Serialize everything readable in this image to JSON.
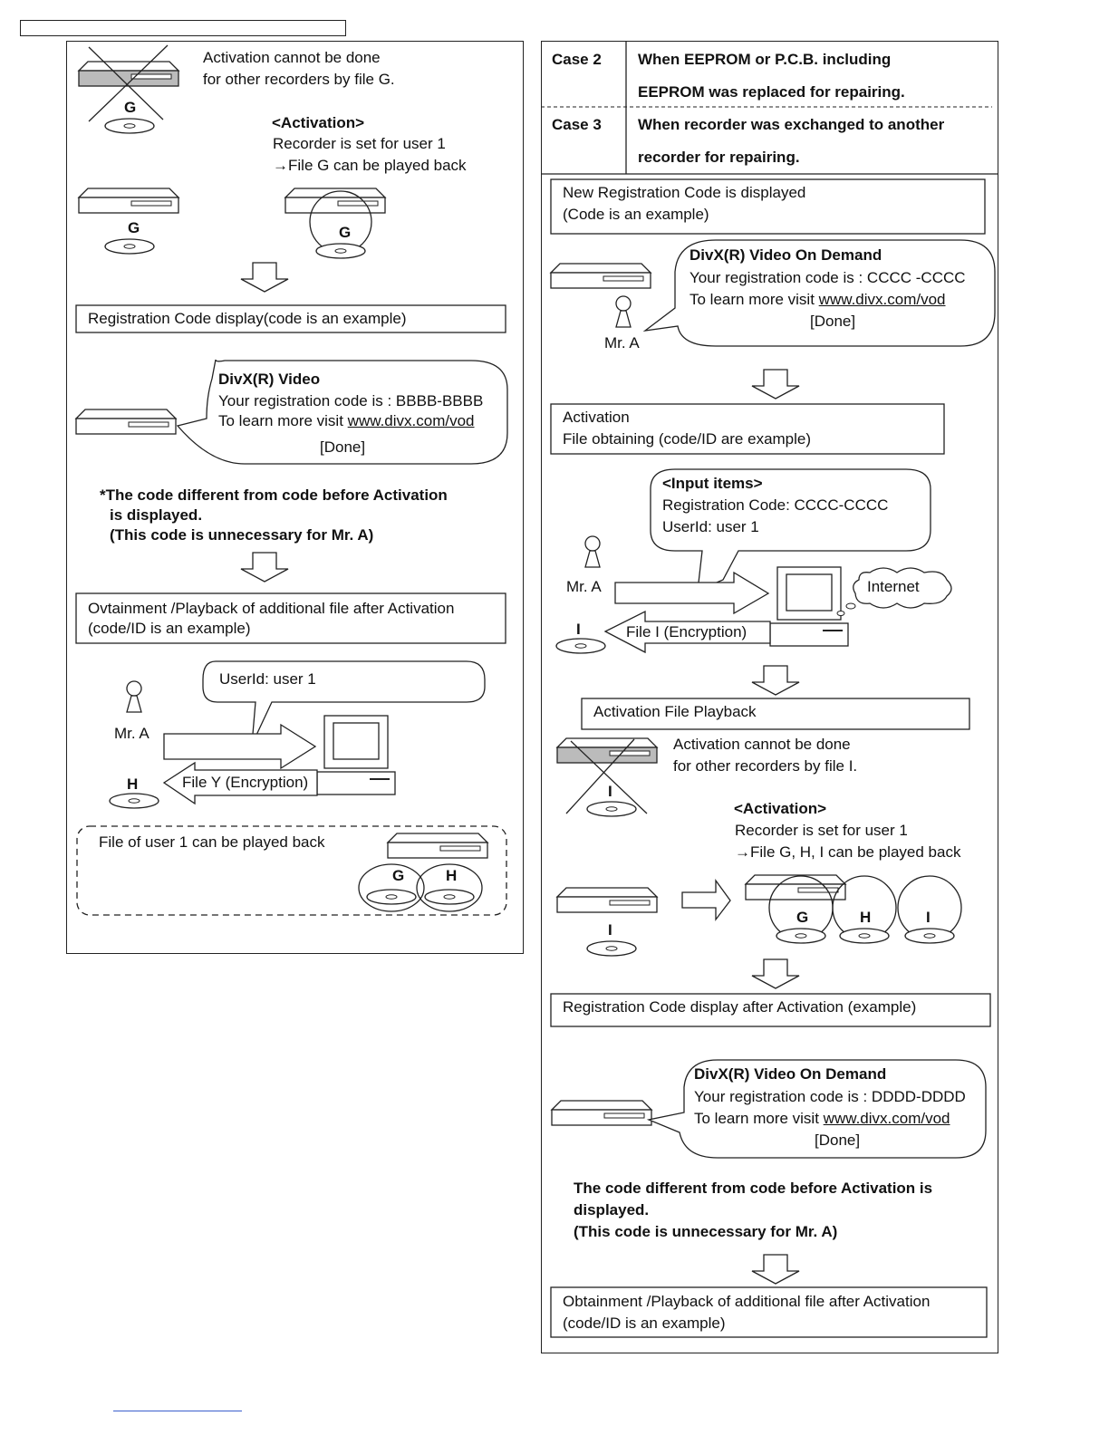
{
  "left": {
    "cannot_1": "Activation  cannot  be  done",
    "cannot_2": "for other recorders by file G.",
    "activation_head": "<Activation>",
    "recorder_set": "Recorder is set for user 1",
    "file_play": "File G can be played back",
    "reg_code_box": "Registration Code    display(code is an example)",
    "bubble_title": "DivX(R) Video",
    "bubble_code": "Your registration code is : BBBB-BBBB",
    "bubble_learn": "To learn more visit ",
    "bubble_url": "www.divx.com/vod",
    "bubble_done": "[Done]",
    "note_1": "*The code different from code before Activation",
    "note_2": "is displayed.",
    "note_3": "(This code is unnecessary for Mr. A)",
    "ovt_box_1": "Ovtainment /Playback of additional file after Activation",
    "ovt_box_2": "(code/ID is an example)",
    "userid": "UserId: user 1",
    "mr_a": "Mr. A",
    "file_y": "File Y (Encryption)",
    "file_user1": "File of user 1 can be played back",
    "disc_g": "G",
    "disc_h": "H"
  },
  "right": {
    "case2_label": "Case 2",
    "case2_text_1": "When EEPROM or P.C.B. including",
    "case2_text_2": "EEPROM was replaced for repairing.",
    "case3_label": "Case 3",
    "case3_text_1": "When recorder was exchanged to another",
    "case3_text_2": "recorder for repairing.",
    "new_reg_1": "New  Registration Code    is displayed",
    "new_reg_2": "(Code is an example)",
    "vod_title": "DivX(R) Video On Demand",
    "vod_code": "Your registration code is : CCCC -CCCC",
    "vod_learn": "To learn more visit ",
    "vod_url": "www.divx.com/vod",
    "vod_done": "[Done]",
    "mr_a": "Mr. A",
    "act_box_1": "Activation",
    "act_box_2": "File obtaining (code/ID are example)",
    "input_head": "<Input items>",
    "input_reg": "Registration Code: CCCC-CCCC",
    "input_user": "UserId: user 1",
    "internet": "Internet",
    "file_i": "File I (Encryption)",
    "disc_i": "I",
    "act_play_box": "Activation File Playback",
    "cannot_1": "Activation  cannot  be   done",
    "cannot_2": "for other recorders by file I.",
    "activation_head": "<Activation>",
    "recorder_set": "Recorder is set for user 1",
    "file_play": "File G, H, I can be played back",
    "disc_g": "G",
    "disc_h": "H",
    "reg_after_box": "Registration Code display after Activation (example)",
    "vod2_title": "DivX(R) Video On Demand",
    "vod2_code": "Your registration code is : DDDD-DDDD",
    "vod2_learn": "To learn more visit ",
    "vod2_url": "www.divx.com/vod",
    "vod2_done": "[Done]",
    "note_1": "The code different from code before  Activation is",
    "note_2": "displayed.",
    "note_3": "(This code is unnecessary for Mr. A)",
    "obt_box_1": "Obtainment /Playback  of  additional  file  after  Activation",
    "obt_box_2": "(code/ID is an example)"
  }
}
